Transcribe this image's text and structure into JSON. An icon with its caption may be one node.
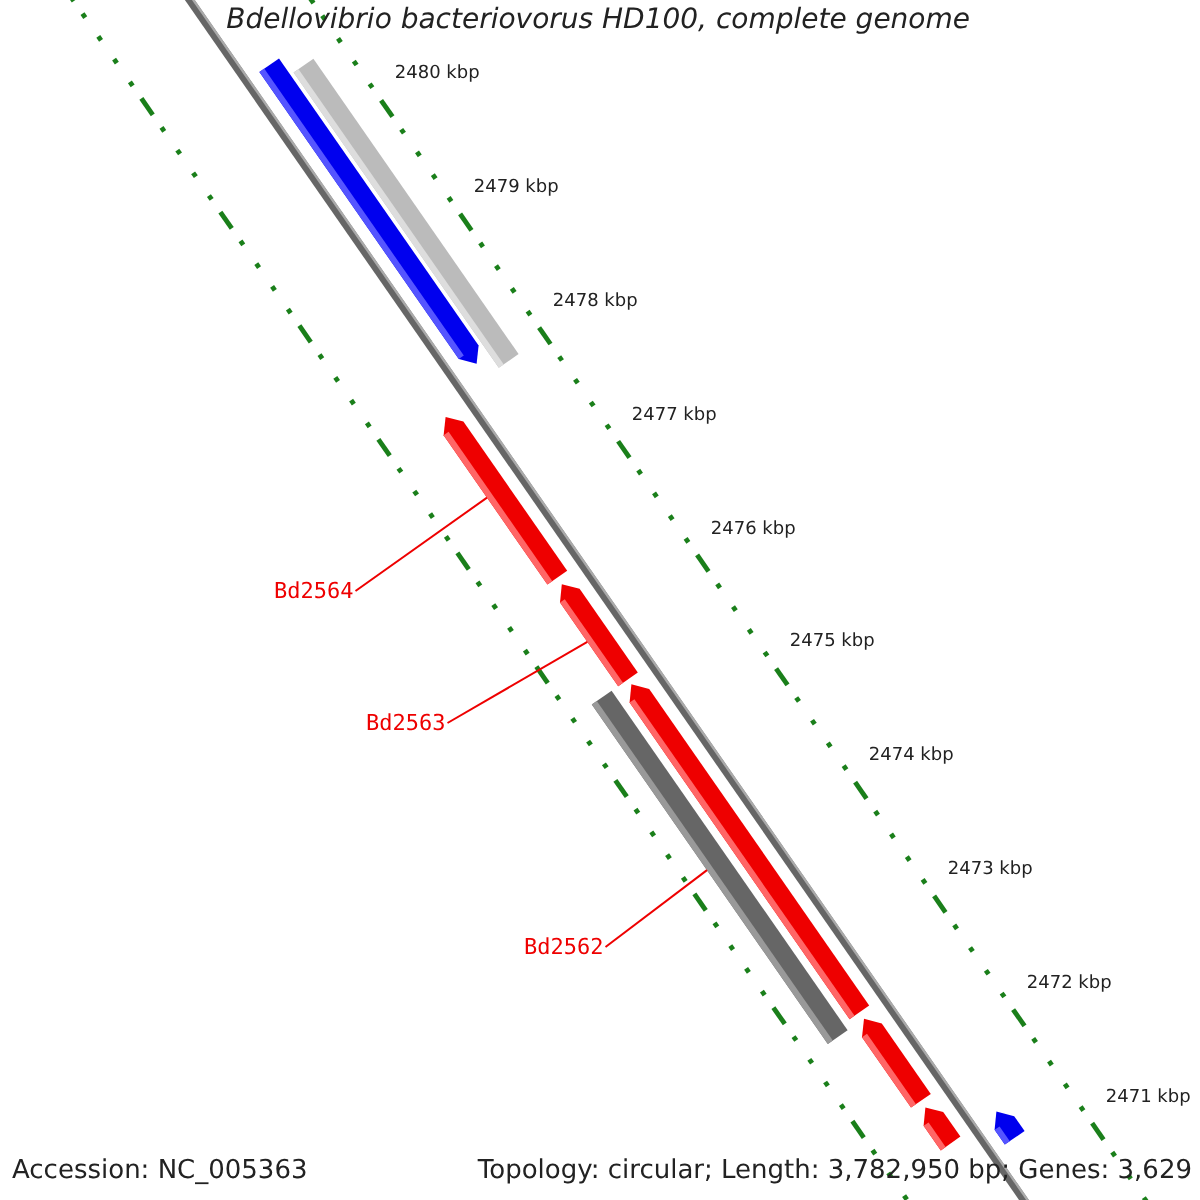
{
  "diagram": {
    "title": "Bdellovibrio bacteriovorus HD100, complete genome",
    "nodes": [
      {
        "text": [
          "Bd2564"
        ]
      },
      {
        "text": [
          "Bd2563"
        ]
      },
      {
        "text": [
          "Bd2562"
        ]
      },
      {
        "text": [],
        "shape": "pentagon"
      },
      {
        "text": [],
        "shape": "bar"
      },
      {
        "text": [],
        "shape": "pentagon"
      },
      {
        "text": [],
        "shape": "pentagon"
      },
      {
        "text": [],
        "shape": "bar"
      },
      {
        "text": [],
        "shape": "pentagon"
      },
      {
        "text": [],
        "shape": "pentagon"
      },
      {
        "text": [],
        "shape": "pentagon"
      },
      {
        "text": [],
        "shape": "pentagon"
      }
    ],
    "edges": [
      {
        "from": 0,
        "to": 5,
        "arrow": "none"
      },
      {
        "from": 1,
        "to": 6,
        "arrow": "none"
      },
      {
        "from": 2,
        "to": 7,
        "arrow": "none"
      }
    ],
    "labels": [
      "2480 kbp",
      "2479 kbp",
      "2478 kbp",
      "2477 kbp",
      "2476 kbp",
      "2475 kbp",
      "2474 kbp",
      "2473 kbp",
      "2472 kbp",
      "2471 kbp",
      "Accession: NC_005363",
      "Topology: circular; Length: 3,782,950 bp; Genes: 3,629"
    ]
  }
}
